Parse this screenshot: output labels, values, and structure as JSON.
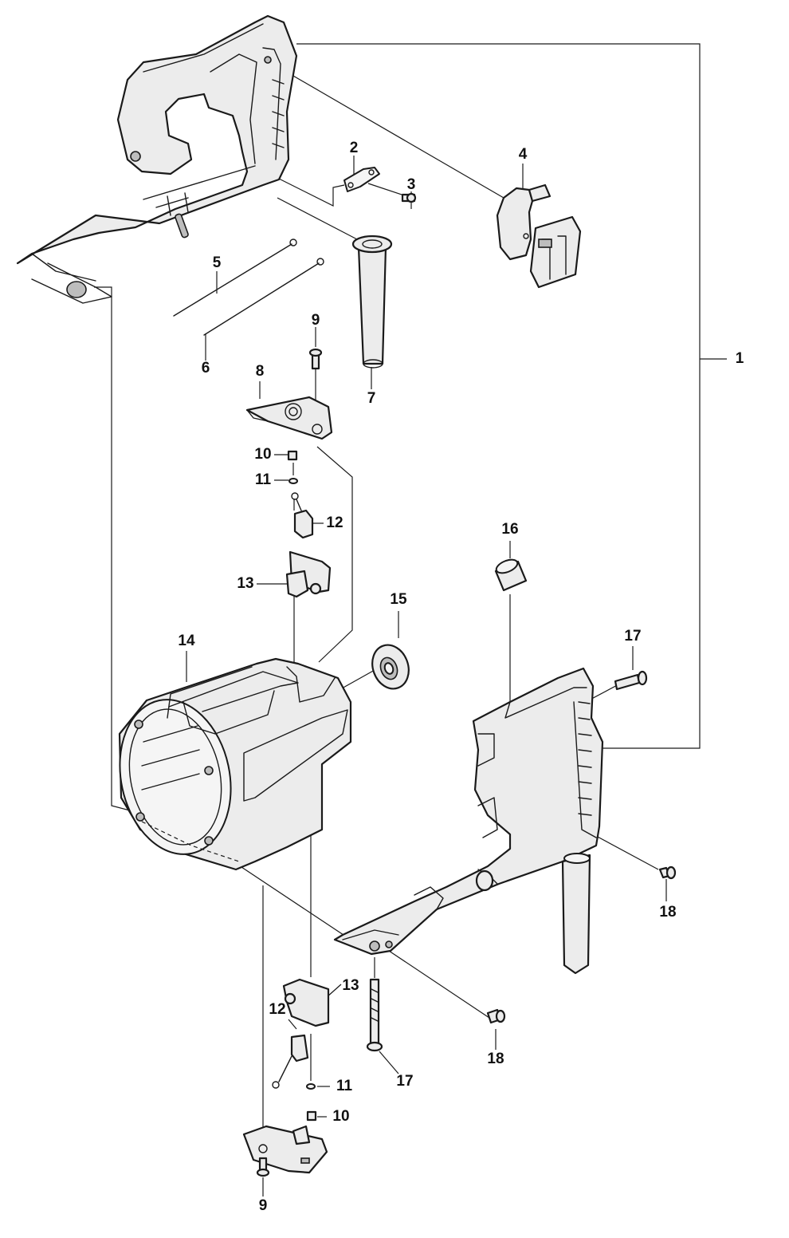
{
  "callouts": {
    "c1": "1",
    "c2": "2",
    "c3": "3",
    "c4": "4",
    "c5": "5",
    "c6": "6",
    "c7": "7",
    "c8": "8",
    "c9a": "9",
    "c9b": "9",
    "c10a": "10",
    "c10b": "10",
    "c11a": "11",
    "c11b": "11",
    "c12a": "12",
    "c12b": "12",
    "c13a": "13",
    "c13b": "13",
    "c14": "14",
    "c15": "15",
    "c16": "16",
    "c17a": "17",
    "c17b": "17",
    "c18a": "18",
    "c18b": "18"
  },
  "colors": {
    "line": "#1a1a1a",
    "part_fill": "#ececec",
    "background": "#ffffff"
  }
}
